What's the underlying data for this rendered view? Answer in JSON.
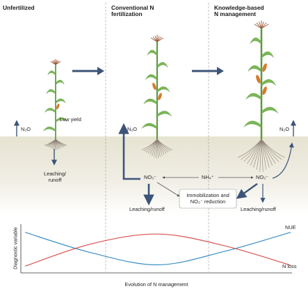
{
  "panels": {
    "unfertilized": "Unfertilized",
    "conventional_line1": "Conventional N",
    "conventional_line2": "fertilization",
    "knowledge_line1": "Knowledge-based",
    "knowledge_line2": "N management"
  },
  "labels": {
    "low_yield": "Low yield",
    "n2o_left": "N₂O",
    "n2o_mid": "N₂O",
    "n2o_right": "N₂O",
    "leaching_runoff_left_1": "Leaching/",
    "leaching_runoff_left_2": "runoff",
    "no3_mid": "NO₃⁻",
    "nh4": "NH₄⁺",
    "no3_right": "NO₃⁻",
    "leaching_runoff_mid": "Leaching/runoff",
    "leaching_runoff_right": "Leaching/runoff",
    "immob_line1": "Immobilization and",
    "immob_line2": "NO₃⁻ reduction"
  },
  "chart_data": {
    "type": "line",
    "xlabel": "Evolution of N management",
    "ylabel": "Diagnostic variable",
    "x": [
      0,
      0.25,
      0.5,
      0.75,
      1
    ],
    "series": [
      {
        "name": "NUE",
        "values": [
          0.88,
          0.42,
          0.15,
          0.45,
          0.88
        ],
        "color": "#3b8fc4"
      },
      {
        "name": "N loss",
        "values": [
          0.12,
          0.62,
          0.84,
          0.58,
          0.14
        ],
        "color": "#d9534f"
      }
    ]
  },
  "colors": {
    "soil": "#ece9dc",
    "arrow_navy": "#3d5478",
    "stem_green": "#5b9a3f",
    "leaf_green": "#7bb656",
    "ear_orange": "#d97a2b",
    "tassel_brown": "#9c5a3c",
    "root_gray": "#8c8275"
  }
}
